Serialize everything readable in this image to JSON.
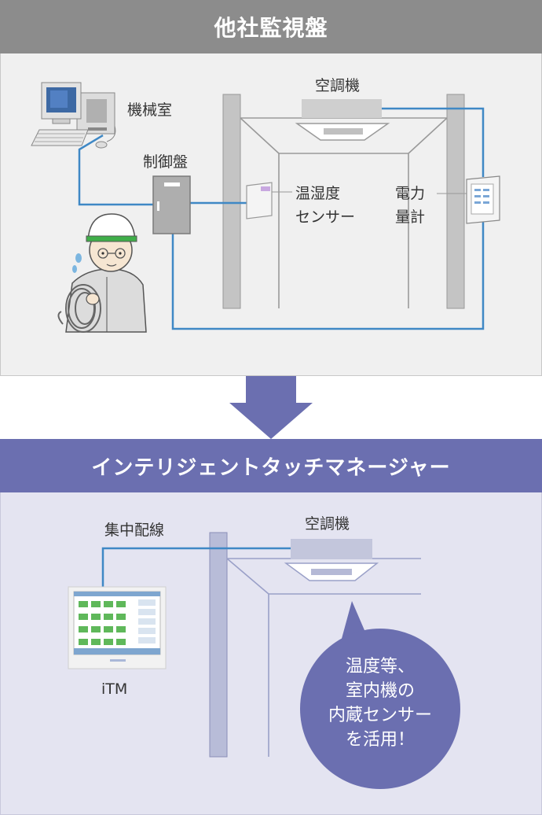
{
  "top_panel": {
    "title": "他社監視盤",
    "labels": {
      "machine_room": "機械室",
      "control_panel": "制御盤",
      "aircon": "空調機",
      "sensor_line1": "温湿度",
      "sensor_line2": "センサー",
      "meter_line1": "電力",
      "meter_line2": "量計"
    }
  },
  "bottom_panel": {
    "title": "インテリジェントタッチマネージャー",
    "labels": {
      "central_wiring": "集中配線",
      "aircon": "空調機",
      "itm": "iTM"
    },
    "bubble": {
      "line1": "温度等、",
      "line2": "室内機の",
      "line3": "内蔵センサー",
      "line4": "を活用！"
    }
  },
  "colors": {
    "top_header": "#8c8c8c",
    "top_bg": "#f0f0f0",
    "bottom_header": "#6b6fb0",
    "bottom_bg": "#e4e4f1",
    "arrow": "#6b6fb0",
    "wire": "#3f88c5",
    "bubble": "#6b6fb0"
  }
}
